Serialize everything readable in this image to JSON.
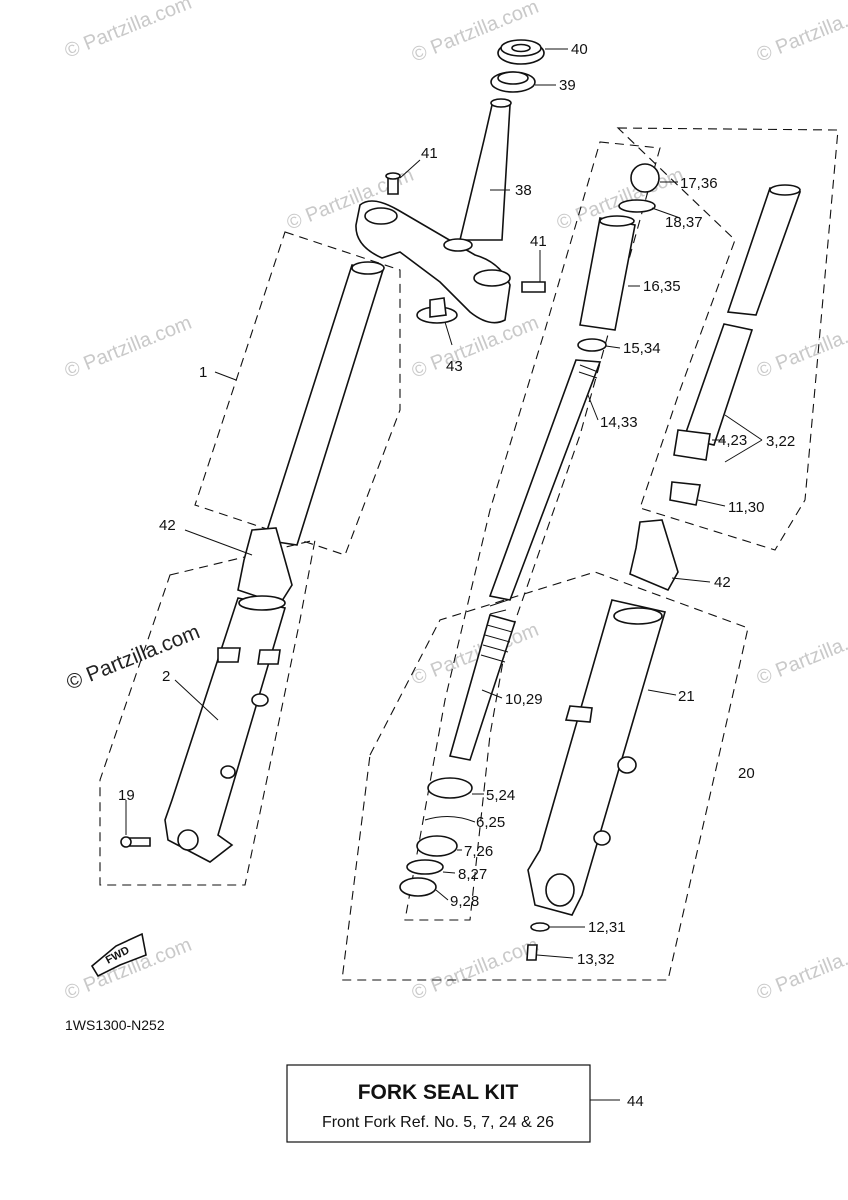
{
  "watermarks": [
    {
      "text": "© Partzilla.com"
    },
    {
      "text": "© Partzilla.com"
    },
    {
      "text": "© Partzilla.com"
    },
    {
      "text": "© Partzilla.com"
    },
    {
      "text": "© Partzilla.com"
    },
    {
      "text": "© Partzilla.com"
    },
    {
      "text": "© Partzilla.com"
    },
    {
      "text": "© Partzilla.com"
    },
    {
      "text": "© Partzilla.com"
    },
    {
      "text": "© Partzilla.com"
    },
    {
      "text": "© Partzilla.com"
    },
    {
      "text": "© Partzilla.com"
    },
    {
      "text": "© Partzilla.com"
    },
    {
      "text": "© Partzilla.com"
    }
  ],
  "callouts": {
    "c40": "40",
    "c39": "39",
    "c41a": "41",
    "c38": "38",
    "c41b": "41",
    "c43": "43",
    "c1": "1",
    "c42a": "42",
    "c2": "2",
    "c19": "19",
    "c17_36": "17,36",
    "c18_37": "18,37",
    "c16_35": "16,35",
    "c15_34": "15,34",
    "c14_33": "14,33",
    "c3_22": "3,22",
    "c4_23": "4,23",
    "c11_30": "11,30",
    "c42b": "42",
    "c21": "21",
    "c20": "20",
    "c10_29": "10,29",
    "c5_24": "5,24",
    "c6_25": "6,25",
    "c7_26": "7,26",
    "c8_27": "8,27",
    "c9_28": "9,28",
    "c12_31": "12,31",
    "c13_32": "13,32",
    "c44": "44"
  },
  "fwd_label": "FWD",
  "diagram_ref": "1WS1300-N252",
  "kit": {
    "title": "FORK SEAL KIT",
    "subtitle": "Front Fork Ref. No. 5, 7, 24 & 26"
  }
}
